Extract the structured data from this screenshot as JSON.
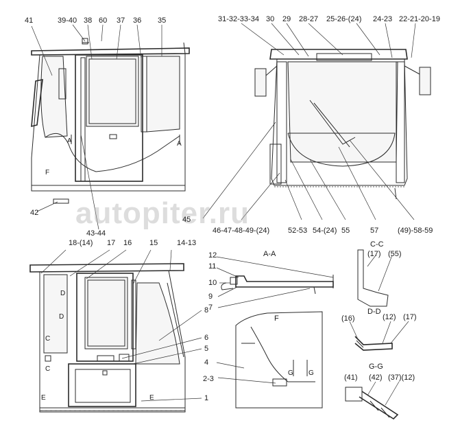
{
  "labels_top_left": {
    "l41": "41",
    "l39_40": "39-40",
    "l38": "38",
    "l60": "60",
    "l37": "37",
    "l36": "36",
    "l35": "35",
    "l42": "42",
    "l43_44": "43-44",
    "a_left": "A",
    "a_right": "A",
    "f_mark": "F"
  },
  "labels_top_right": {
    "l31_34": "31-32-33-34",
    "l30": "30",
    "l29": "29",
    "l28_27": "28-27",
    "l25_24": "25-26-(24)",
    "l24_23": "24-23",
    "l22_19": "22-21-20-19",
    "l45": "45",
    "l46_49": "46-47-48-49-(24)",
    "l52_53": "52-53",
    "l54_55": "54-(24)",
    "l55": "55",
    "l57": "57",
    "l49_59": "(49)-58-59"
  },
  "labels_bottom_left": {
    "l18_14": "18-(14)",
    "l17": "17",
    "l16": "16",
    "l15": "15",
    "l14_13": "14-13",
    "l8": "8",
    "l6": "6",
    "l5": "5",
    "l4": "4",
    "l2_3": "2-3",
    "l1": "1",
    "d_top": "D",
    "d_bot": "D",
    "c_top": "C",
    "c_bot": "C",
    "e_left": "E",
    "e_right": "E"
  },
  "section_aa": {
    "title": "A-A",
    "l12": "12",
    "l11": "11",
    "l10": "10",
    "l9": "9",
    "l7": "7"
  },
  "section_f": {
    "title": "F",
    "g_left": "G",
    "g_right": "G"
  },
  "section_cc": {
    "title": "C-C",
    "l17": "(17)",
    "l55": "(55)"
  },
  "section_dd": {
    "title": "D-D",
    "l16": "(16)",
    "l12": "(12)",
    "l17": "(17)"
  },
  "section_gg": {
    "title": "G-G",
    "l41": "(41)",
    "l42": "(42)",
    "l37_12": "(37)(12)"
  },
  "watermark": {
    "text": "autopiter.ru"
  }
}
